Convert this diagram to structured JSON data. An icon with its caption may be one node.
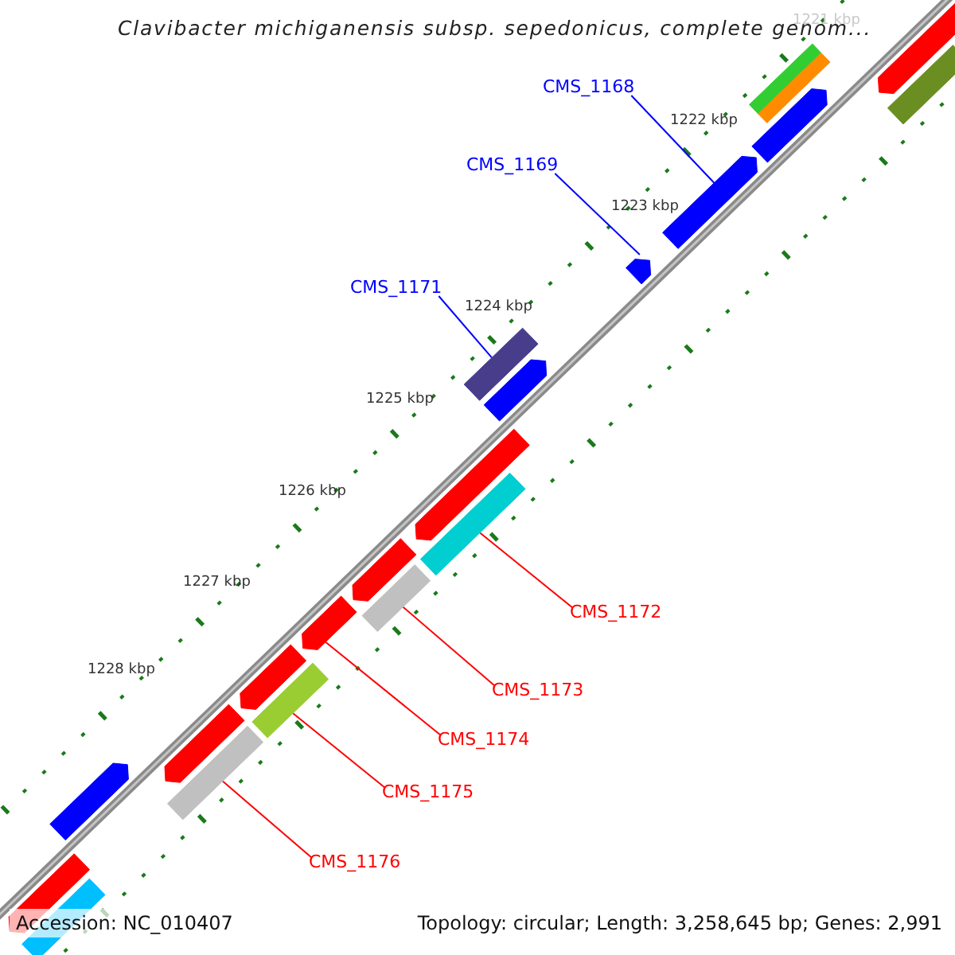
{
  "diagram": {
    "title": "Clavibacter michiganensis subsp. sepedonicus, complete genom...",
    "nodes": [
      {
        "text": [
          "CMS_1168"
        ]
      },
      {
        "text": [
          "CMS_1169"
        ]
      },
      {
        "text": [
          "CMS_1171"
        ]
      },
      {
        "text": [
          "CMS_1172"
        ]
      },
      {
        "text": [
          "CMS_1173"
        ]
      },
      {
        "text": [
          "CMS_1174"
        ]
      },
      {
        "text": [
          "CMS_1175"
        ]
      },
      {
        "text": [
          "CMS_1176"
        ]
      },
      {
        "text": [],
        "shape": "arrow"
      },
      {
        "text": [],
        "shape": "bar"
      },
      {
        "text": [],
        "shape": "bar"
      },
      {
        "text": [],
        "shape": "bar"
      },
      {
        "text": [],
        "shape": "arrow"
      },
      {
        "text": [],
        "shape": "arrow"
      },
      {
        "text": [],
        "shape": "arrow"
      },
      {
        "text": [],
        "shape": "bar"
      },
      {
        "text": [],
        "shape": "arrow"
      },
      {
        "text": [],
        "shape": "arrow"
      },
      {
        "text": [],
        "shape": "bar"
      },
      {
        "text": [],
        "shape": "arrow"
      },
      {
        "text": [],
        "shape": "bar"
      },
      {
        "text": [],
        "shape": "arrow"
      },
      {
        "text": [],
        "shape": "bar"
      },
      {
        "text": [],
        "shape": "arrow"
      },
      {
        "text": [],
        "shape": "bar"
      },
      {
        "text": [],
        "shape": "arrow"
      },
      {
        "text": [],
        "shape": "arrow"
      },
      {
        "text": [],
        "shape": "arrow"
      },
      {
        "text": [],
        "shape": "bar"
      }
    ],
    "edges": [
      {
        "from": 0,
        "to": 13,
        "arrow": "none",
        "color": "#0000ff"
      },
      {
        "from": 1,
        "to": 14,
        "arrow": "none",
        "color": "#0000ff"
      },
      {
        "from": 2,
        "to": 15,
        "arrow": "none",
        "color": "#0000ff"
      },
      {
        "from": 3,
        "to": 18,
        "arrow": "none",
        "color": "#ff0000"
      },
      {
        "from": 4,
        "to": 20,
        "arrow": "none",
        "color": "#ff0000"
      },
      {
        "from": 5,
        "to": 21,
        "arrow": "none",
        "color": "#ff0000"
      },
      {
        "from": 6,
        "to": 22,
        "arrow": "none",
        "color": "#ff0000"
      },
      {
        "from": 7,
        "to": 24,
        "arrow": "none",
        "color": "#ff0000"
      }
    ],
    "labels": [
      "1221 kbp",
      "1222 kbp",
      "1223 kbp",
      "1224 kbp",
      "1225 kbp",
      "1226 kbp",
      "1227 kbp",
      "1228 kbp",
      "Accession: NC_010407",
      "Topology: circular; Length: 3,258,645 bp; Genes: 2,991"
    ]
  }
}
